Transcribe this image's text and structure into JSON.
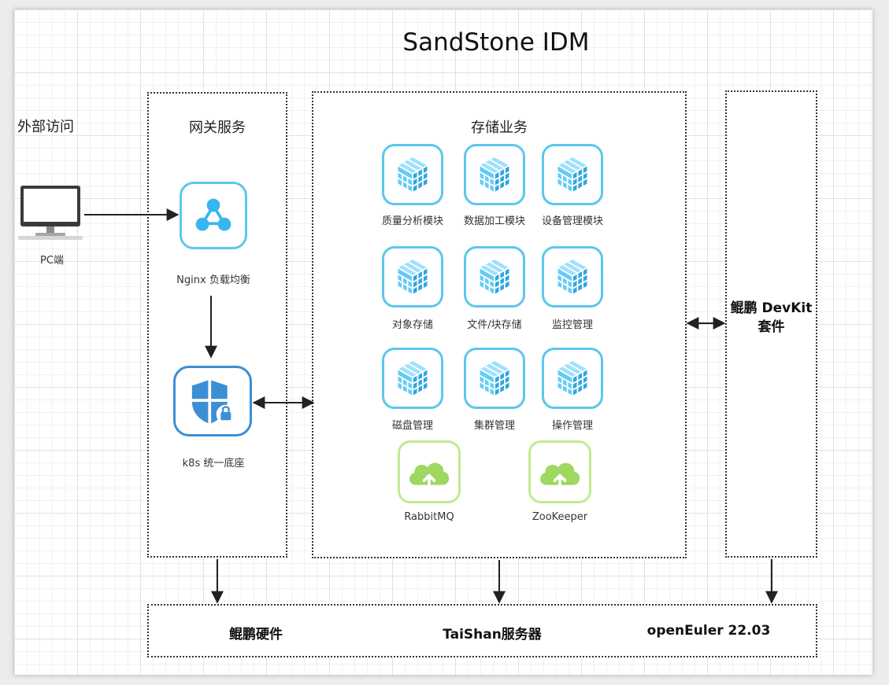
{
  "title": "SandStone IDM",
  "external": {
    "label": "外部访问",
    "pc_label": "PC端"
  },
  "gateway": {
    "label": "网关服务",
    "nginx_label": "Nginx 负载均衡",
    "k8s_label": "k8s 统一底座"
  },
  "storage": {
    "label": "存储业务",
    "modules": [
      "质量分析模块",
      "数据加工模块",
      "设备管理模块",
      "对象存储",
      "文件/块存储",
      "监控管理",
      "磁盘管理",
      "集群管理",
      "操作管理"
    ],
    "middleware": [
      "RabbitMQ",
      "ZooKeeper"
    ]
  },
  "devkit": {
    "line1": "鲲鹏 DevKit",
    "line2": "套件"
  },
  "bottom": {
    "hardware": "鲲鹏硬件",
    "server": "TaiShan服务器",
    "os": "openEuler 22.03"
  },
  "colors": {
    "module_icon": "#5dc6ee",
    "middleware_icon": "#9ed860",
    "shield_icon": "#3d8fd4",
    "connector": "#222222"
  }
}
